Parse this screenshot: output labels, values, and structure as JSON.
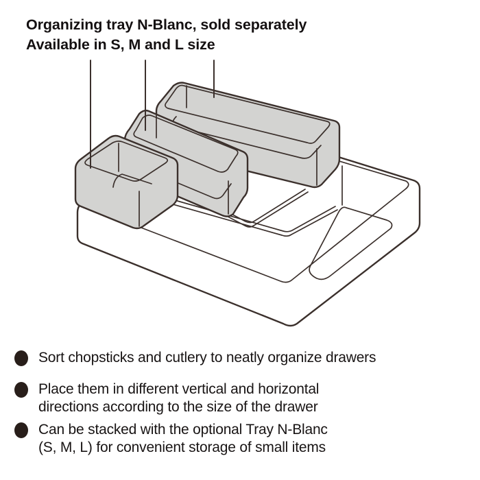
{
  "header": {
    "line1": "Organizing tray N-Blanc, sold separately",
    "line2": "Available in S, M and L size"
  },
  "bullets": [
    {
      "text": "Sort chopsticks and cutlery to neatly organize drawers"
    },
    {
      "text": "Place them in different vertical and horizontal\ndirections according to the size of the drawer"
    },
    {
      "text": "Can be stacked with the optional Tray N-Blanc\n(S, M, L) for convenient storage of small items"
    }
  ],
  "illustration": {
    "description": "Line-art cutlery organizer tray with three gray organizing trays stacked on top",
    "tray_sizes": [
      "S",
      "M",
      "L"
    ],
    "colors": {
      "line": "#3b302c",
      "tray_fill": "#d3d3d1",
      "base_fill": "#ffffff",
      "bullet": "#281e1a",
      "text": "#181414"
    }
  }
}
